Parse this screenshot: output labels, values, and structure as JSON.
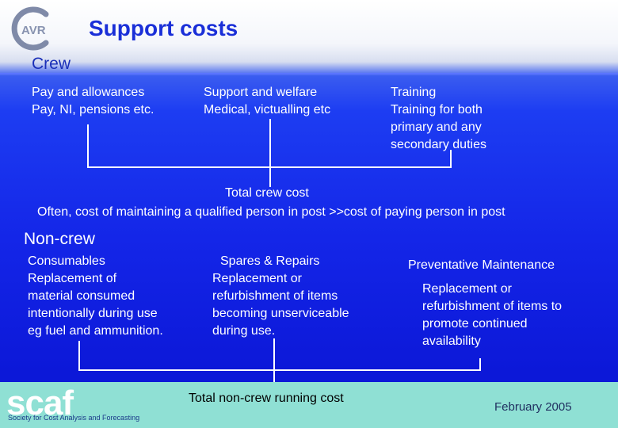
{
  "header": {
    "title": "Support costs"
  },
  "crew": {
    "heading": "Crew",
    "items": [
      {
        "title": "Pay and allowances",
        "desc": "Pay, NI, pensions etc."
      },
      {
        "title": "Support and welfare",
        "desc": "Medical, victualling etc"
      },
      {
        "title": "Training",
        "desc_lines": [
          "Training for both",
          "primary and any",
          "secondary duties"
        ]
      }
    ],
    "total_title": "Total crew cost",
    "total_note": "Often, cost of maintaining a qualified person in post >>cost of paying person in post"
  },
  "noncrew": {
    "heading": "Non-crew",
    "items": [
      {
        "title": "Consumables",
        "desc_lines": [
          "Replacement of",
          "material consumed",
          "intentionally during use",
          "eg fuel and ammunition."
        ]
      },
      {
        "title": "Spares & Repairs",
        "desc_lines": [
          "Replacement or",
          "refurbishment of items",
          "becoming unserviceable",
          "during use."
        ]
      },
      {
        "title": "Preventative Maintenance",
        "desc_lines": [
          "Replacement or",
          "refurbishment of items to",
          "promote continued",
          "availability"
        ]
      }
    ],
    "total_title": "Total non-crew running cost"
  },
  "footer": {
    "logo_text": "scaf",
    "logo_subtitle": "Society for Cost Analysis and Forecasting",
    "date": "February 2005"
  },
  "colors": {
    "title": "#1a2fd8",
    "background": "#1426e8",
    "footer": "#8fe0d4"
  }
}
